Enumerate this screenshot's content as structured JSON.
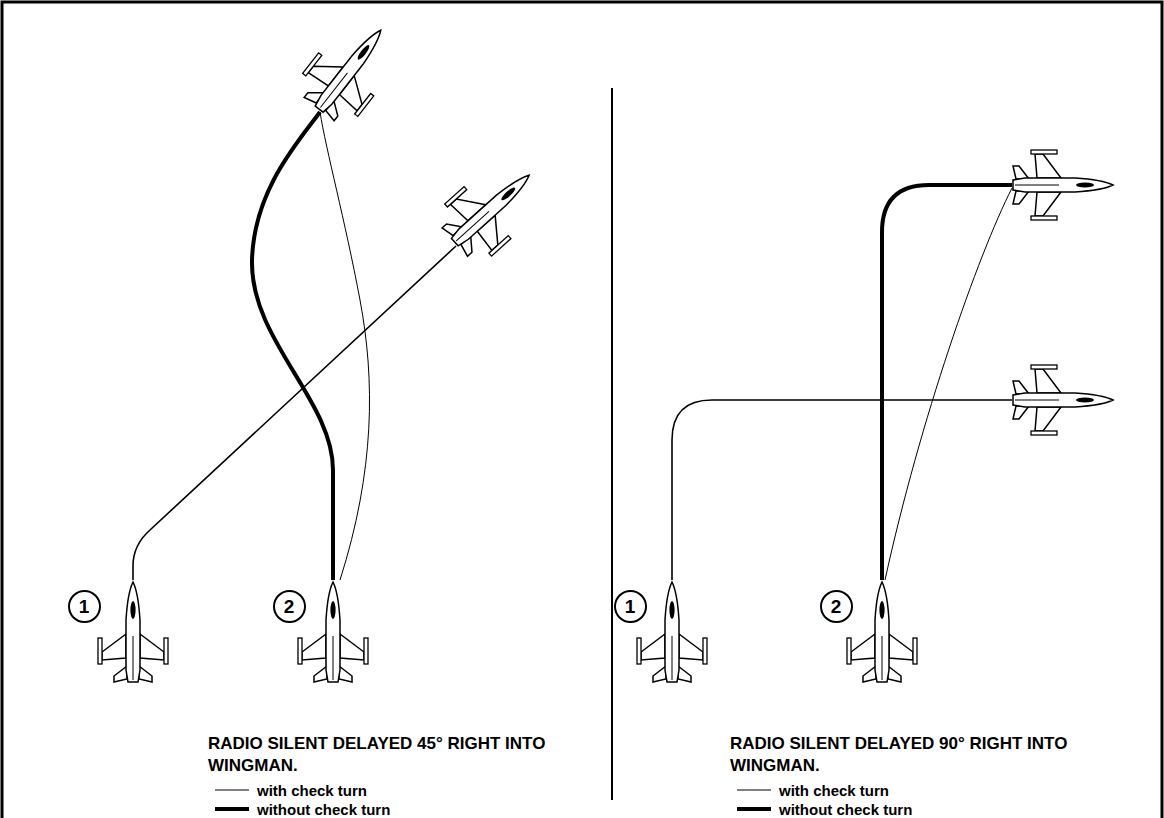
{
  "diagram": {
    "nodes": [
      {
        "text": [
          "1"
        ]
      },
      {
        "text": [
          "2"
        ]
      },
      {
        "text": [
          "1"
        ]
      },
      {
        "text": [
          "2"
        ]
      }
    ],
    "labels": [
      "RADIO SILENT DELAYED 45° RIGHT INTO WINGMAN.",
      "RADIO SILENT DELAYED 90° RIGHT INTO WINGMAN."
    ],
    "legend": [
      {
        "text": "with check turn"
      },
      {
        "text": "without check turn"
      },
      {
        "text": "with check turn"
      },
      {
        "text": "without check turn"
      }
    ]
  }
}
